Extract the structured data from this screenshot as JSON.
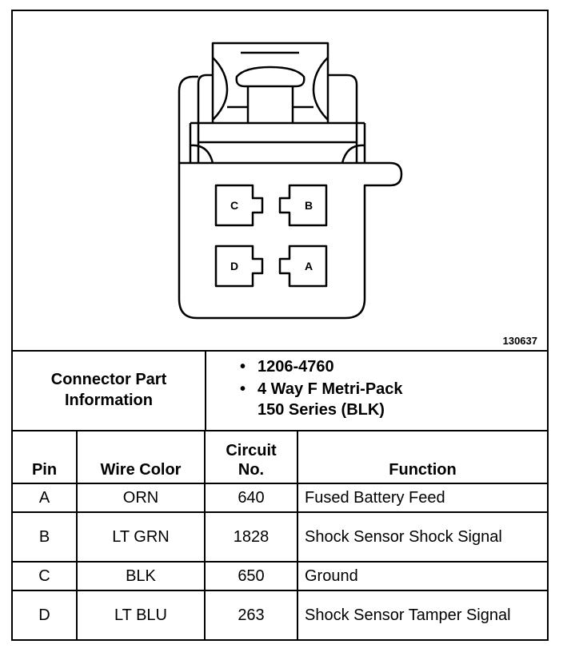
{
  "figure_id": "130637",
  "pin_labels": [
    "C",
    "B",
    "D",
    "A"
  ],
  "connector_info": {
    "label": "Connector Part\nInformation",
    "items": [
      "1206-4760",
      "4 Way F Metri-Pack\n150 Series (BLK)"
    ],
    "bullet": "•"
  },
  "table": {
    "headers": [
      "Pin",
      "Wire Color",
      "Circuit\nNo.",
      "Function"
    ],
    "rows": [
      {
        "pin": "A",
        "wire": "ORN",
        "circuit": "640",
        "function": "Fused Battery Feed"
      },
      {
        "pin": "B",
        "wire": "LT GRN",
        "circuit": "1828",
        "function": "Shock Sensor Shock Signal"
      },
      {
        "pin": "C",
        "wire": "BLK",
        "circuit": "650",
        "function": "Ground"
      },
      {
        "pin": "D",
        "wire": "LT BLU",
        "circuit": "263",
        "function": "Shock Sensor Tamper Signal"
      }
    ]
  }
}
